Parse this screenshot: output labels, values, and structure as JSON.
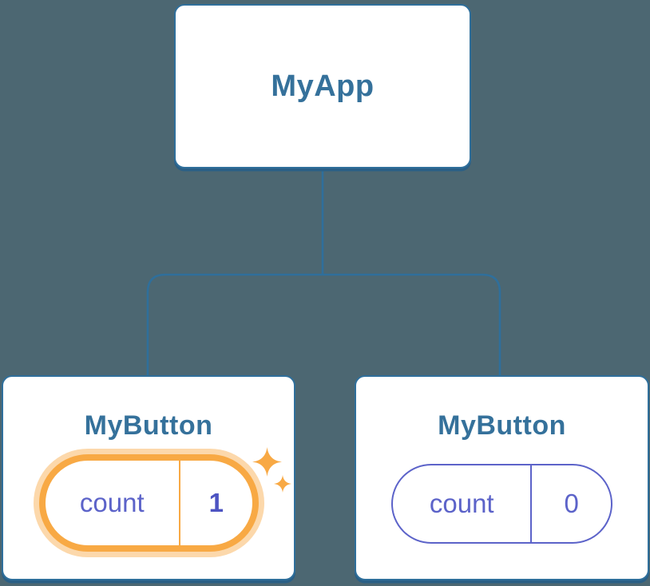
{
  "diagram": {
    "title": "component-tree",
    "root": {
      "label": "MyApp"
    },
    "children": [
      {
        "label": "MyButton",
        "state": {
          "key": "count",
          "value": "1"
        },
        "highlighted": true
      },
      {
        "label": "MyButton",
        "state": {
          "key": "count",
          "value": "0"
        },
        "highlighted": false
      }
    ]
  },
  "icons": {
    "highlight_large": "sparkle-icon",
    "highlight_small": "sparkle-icon"
  },
  "colors": {
    "background": "#4C6772",
    "card_background": "#FFFFFF",
    "connector_blue": "#2F6F9B",
    "card_shadow_blue": "#2A5F86",
    "label_blue": "#35719B",
    "state_indigo": "#5C63C9",
    "state_value_indigo_bold": "#4D54C2",
    "highlight_orange": "#F8A944"
  }
}
